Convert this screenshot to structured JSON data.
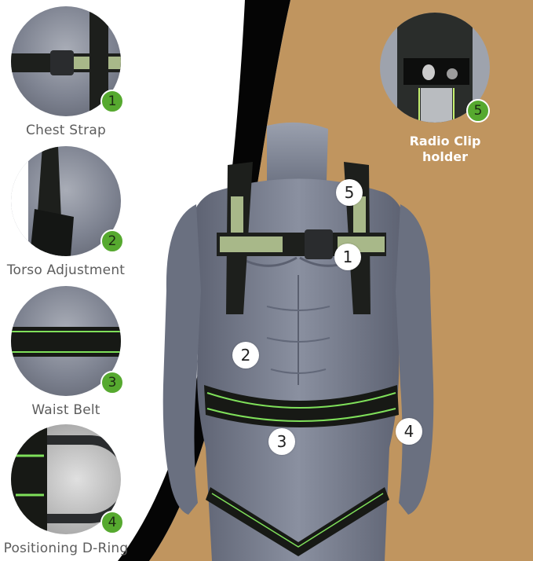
{
  "colors": {
    "tan_background": "#c0955f",
    "arc_black": "#050505",
    "badge_green": "#56a92f",
    "caption_gray": "#5d5d5d",
    "strap_green": "#7fe05a",
    "mannequin_gray": "#6f7585"
  },
  "features": [
    {
      "number": "1",
      "label": "Chest Strap"
    },
    {
      "number": "2",
      "label": "Torso Adjustment"
    },
    {
      "number": "3",
      "label": "Waist Belt"
    },
    {
      "number": "4",
      "label": "Positioning D-Ring"
    },
    {
      "number": "5",
      "label_line1": "Radio Clip",
      "label_line2": "holder"
    }
  ],
  "markers": [
    {
      "number": "5"
    },
    {
      "number": "1"
    },
    {
      "number": "2"
    },
    {
      "number": "3"
    },
    {
      "number": "4"
    }
  ]
}
